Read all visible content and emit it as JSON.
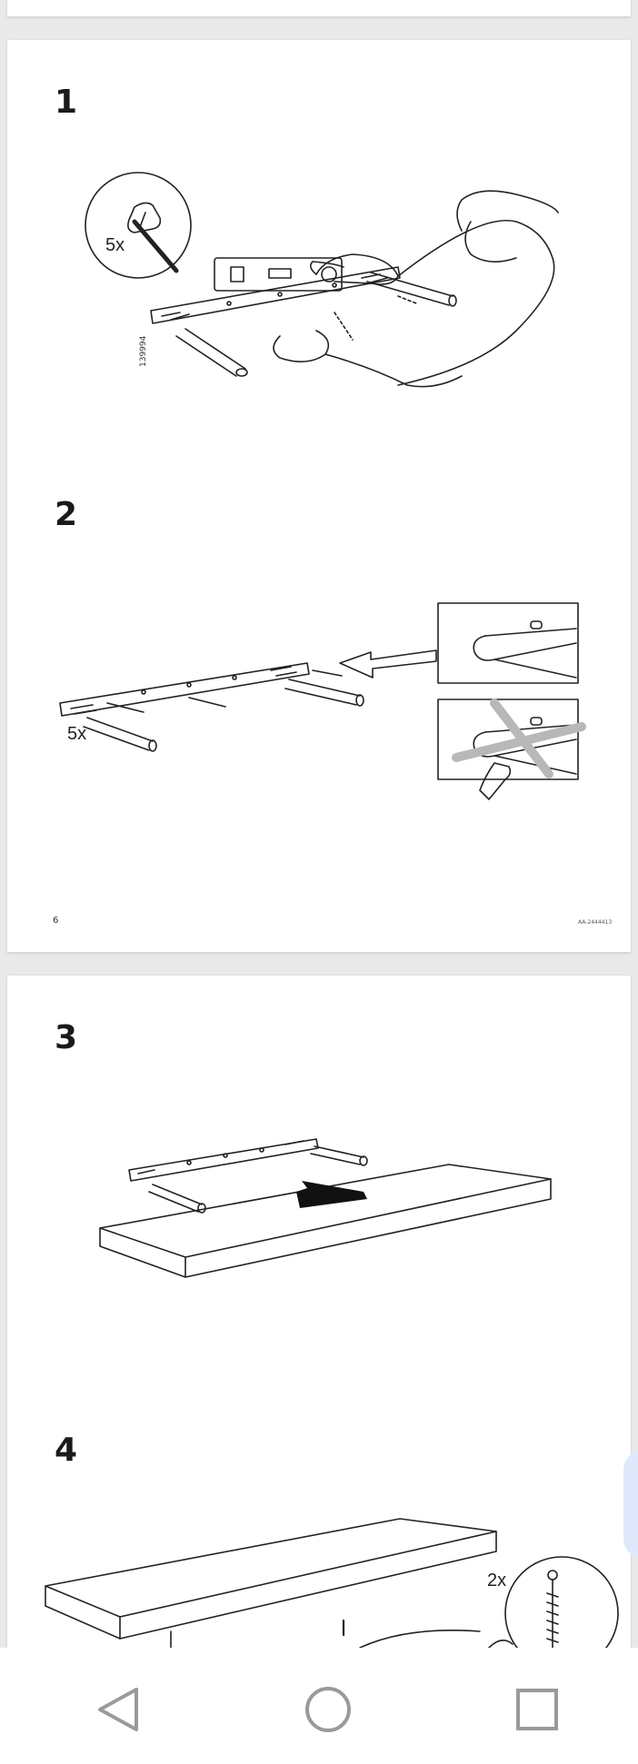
{
  "pages": [
    {
      "steps": [
        {
          "number": "1",
          "quantity": "5x",
          "part_code": "139994"
        },
        {
          "number": "2",
          "quantity": "5x"
        }
      ],
      "page_number": "6",
      "doc_code": "AA-2444413"
    },
    {
      "steps": [
        {
          "number": "3"
        },
        {
          "number": "4",
          "quantity": "2x"
        }
      ]
    }
  ],
  "navbar": {
    "back": "back-icon",
    "home": "home-icon",
    "recents": "recents-icon"
  }
}
